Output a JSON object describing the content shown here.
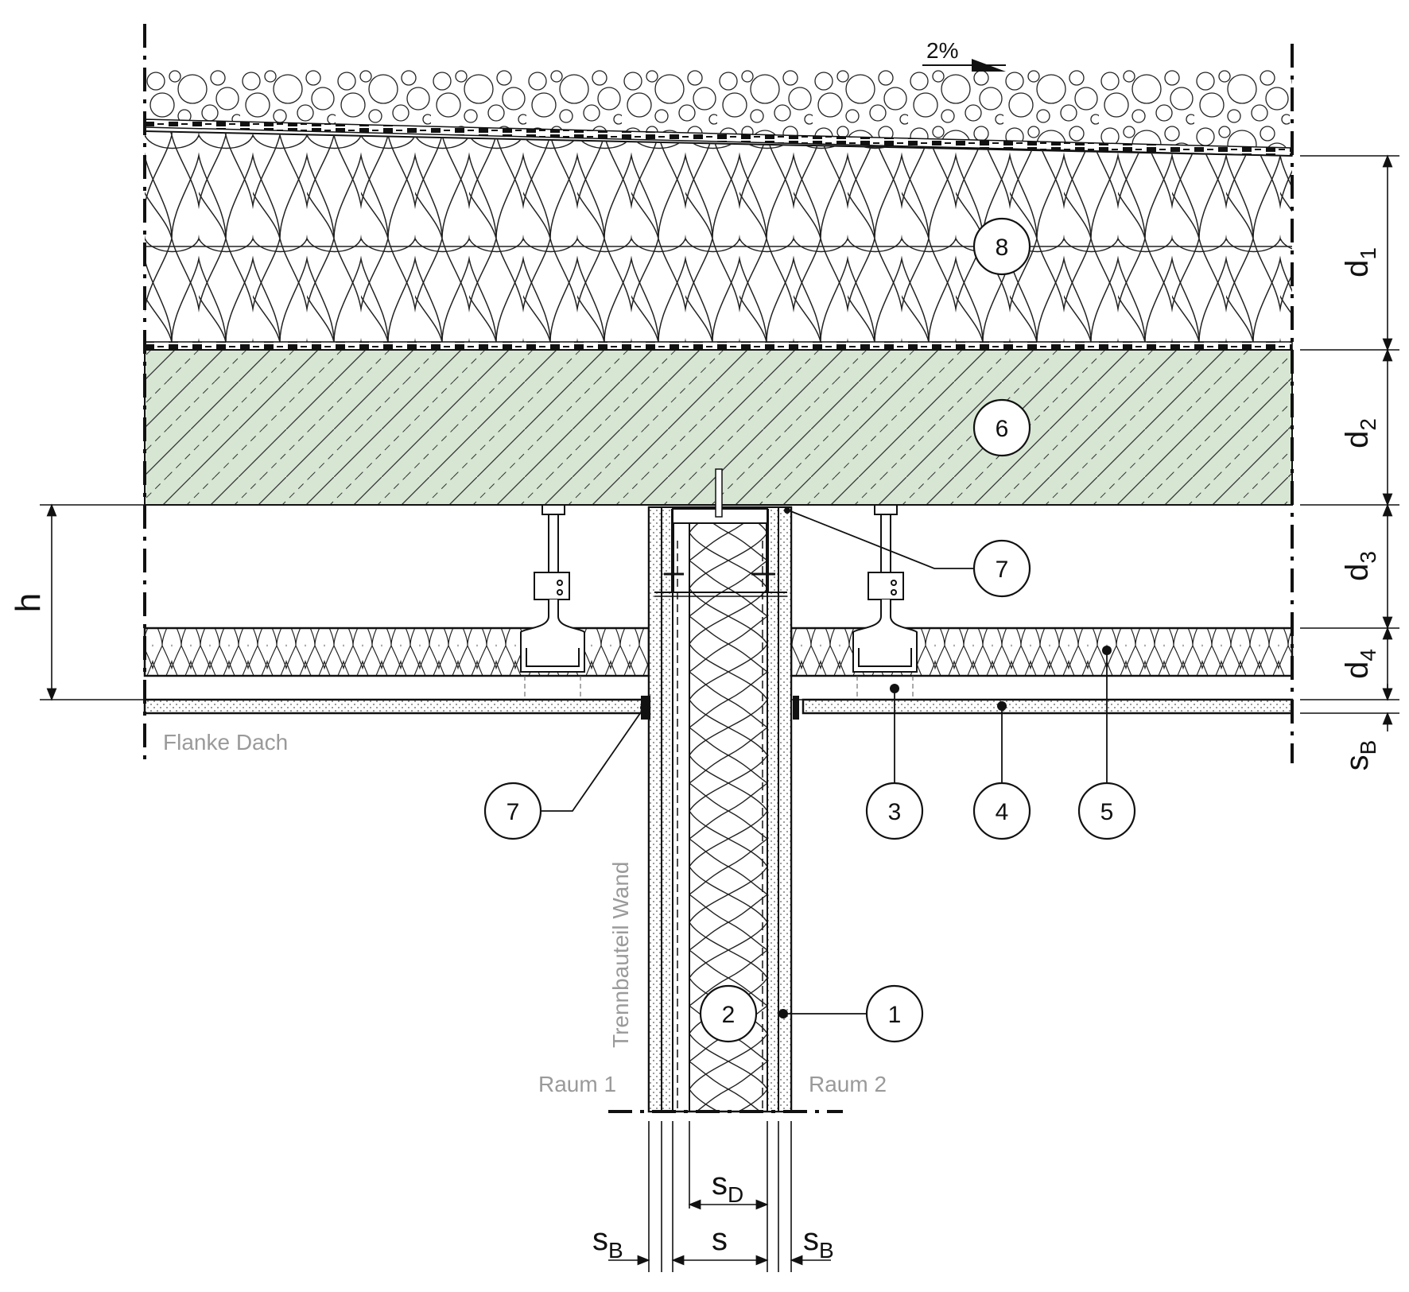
{
  "slope": {
    "text": "2%"
  },
  "labels": {
    "flanke_dach": "Flanke Dach",
    "trennbauteil": "Trennbauteil Wand",
    "raum1": "Raum 1",
    "raum2": "Raum 2"
  },
  "callouts": {
    "c1": "1",
    "c2": "2",
    "c3": "3",
    "c4": "4",
    "c5": "5",
    "c6": "6",
    "c7a": "7",
    "c7b": "7",
    "c8": "8"
  },
  "dimensions": {
    "d1": {
      "main": "d",
      "sub": "1"
    },
    "d2": {
      "main": "d",
      "sub": "2"
    },
    "d3": {
      "main": "d",
      "sub": "3"
    },
    "d4": {
      "main": "d",
      "sub": "4"
    },
    "sb_roof": {
      "main": "s",
      "sub": "B"
    },
    "h": {
      "main": "h"
    },
    "sd": {
      "main": "s",
      "sub": "D"
    },
    "s": {
      "main": "s"
    },
    "sb_left": {
      "main": "s",
      "sub": "B"
    },
    "sb_right": {
      "main": "s",
      "sub": "B"
    }
  },
  "colors": {
    "concrete": "#d6e6d3",
    "line": "#1a1a1a",
    "label_grey": "#9a9a9a"
  }
}
